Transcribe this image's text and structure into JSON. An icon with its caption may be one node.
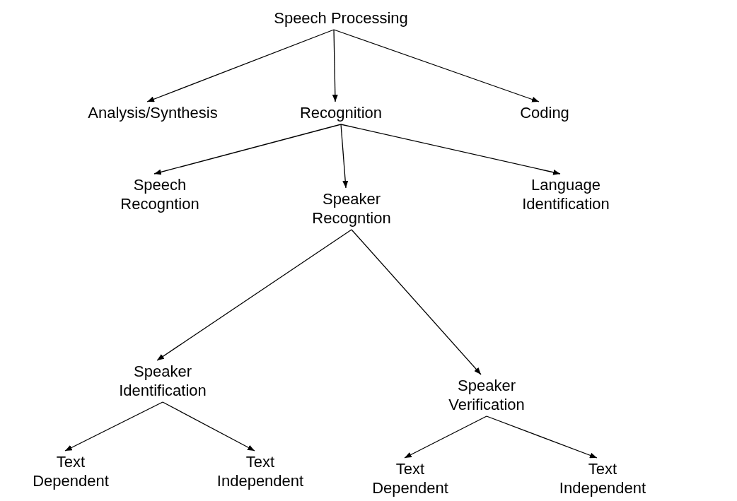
{
  "diagram": {
    "nodes": [
      {
        "text": [
          "Speech Processing"
        ]
      },
      {
        "text": [
          "Analysis/Synthesis"
        ]
      },
      {
        "text": [
          "Recognition"
        ]
      },
      {
        "text": [
          "Coding"
        ]
      },
      {
        "text": [
          "Speech Recogntion"
        ]
      },
      {
        "text": [
          "Speaker Recogntion"
        ]
      },
      {
        "text": [
          "Language Identification"
        ]
      },
      {
        "text": [
          "Speaker Identification"
        ]
      },
      {
        "text": [
          "Speaker Verification"
        ]
      },
      {
        "text": [
          "Text Dependent"
        ]
      },
      {
        "text": [
          "Text Independent"
        ]
      },
      {
        "text": [
          "Text Dependent"
        ]
      },
      {
        "text": [
          "Text Independent"
        ]
      }
    ],
    "edges": [
      {
        "from": 0,
        "to": 1,
        "arrow": "to"
      },
      {
        "from": 0,
        "to": 2,
        "arrow": "to"
      },
      {
        "from": 0,
        "to": 3,
        "arrow": "to"
      },
      {
        "from": 2,
        "to": 4,
        "arrow": "to"
      },
      {
        "from": 2,
        "to": 5,
        "arrow": "to"
      },
      {
        "from": 2,
        "to": 6,
        "arrow": "to"
      },
      {
        "from": 5,
        "to": 7,
        "arrow": "to"
      },
      {
        "from": 5,
        "to": 8,
        "arrow": "to"
      },
      {
        "from": 7,
        "to": 9,
        "arrow": "to"
      },
      {
        "from": 7,
        "to": 10,
        "arrow": "to"
      },
      {
        "from": 8,
        "to": 11,
        "arrow": "to"
      },
      {
        "from": 8,
        "to": 12,
        "arrow": "to"
      }
    ]
  }
}
